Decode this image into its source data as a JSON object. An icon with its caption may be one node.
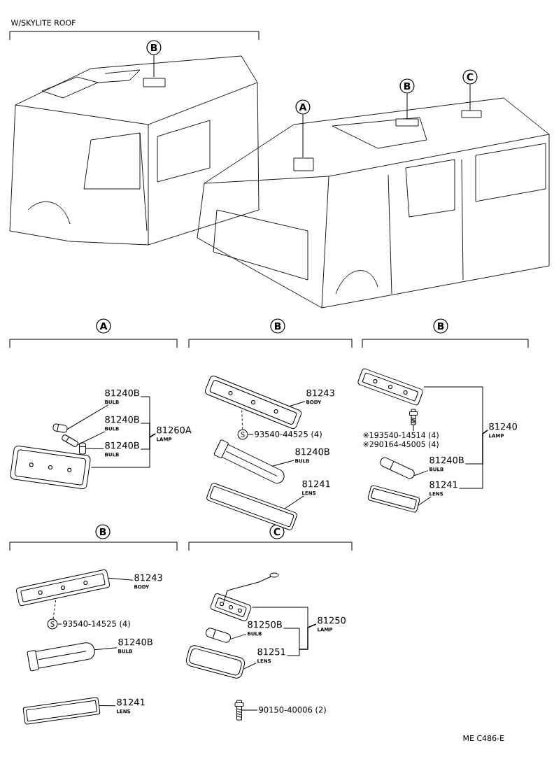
{
  "diagram": {
    "nodes": [
      {
        "text": [
          "B"
        ]
      },
      {
        "text": [
          "A"
        ]
      },
      {
        "text": [
          "B"
        ]
      },
      {
        "text": [
          "C"
        ]
      },
      {
        "text": [
          "A"
        ]
      },
      {
        "text": [
          "B"
        ]
      },
      {
        "text": [
          "B"
        ]
      },
      {
        "text": [
          "B"
        ]
      },
      {
        "text": [
          "C"
        ]
      },
      {
        "text": [
          "81240B",
          "BULB"
        ]
      },
      {
        "text": [
          "81240B",
          "BULB"
        ]
      },
      {
        "text": [
          "81240B",
          "BULB"
        ]
      },
      {
        "text": [
          "81260A",
          "LAMP"
        ]
      },
      {
        "text": [],
        "shape": "picture"
      },
      {
        "text": [],
        "shape": "picture"
      },
      {
        "text": [],
        "shape": "picture"
      },
      {
        "text": [],
        "shape": "picture"
      },
      {
        "text": [
          "81243",
          "BODY"
        ]
      },
      {
        "text": [],
        "shape": "picture"
      },
      {
        "text": [
          "S"
        ]
      },
      {
        "text": [
          "93540-44525 (4)"
        ]
      },
      {
        "text": [
          "81240B",
          "BULB"
        ]
      },
      {
        "text": [],
        "shape": "picture"
      },
      {
        "text": [
          "81241",
          "LENS"
        ]
      },
      {
        "text": [],
        "shape": "picture"
      },
      {
        "text": [],
        "shape": "picture"
      },
      {
        "text": [],
        "shape": "picture"
      },
      {
        "text": [
          "※193540-14514 (4)",
          "※290164-45005 (4)"
        ]
      },
      {
        "text": [
          "81240B",
          "BULB"
        ]
      },
      {
        "text": [],
        "shape": "picture"
      },
      {
        "text": [
          "81241",
          "LENS"
        ]
      },
      {
        "text": [],
        "shape": "picture"
      },
      {
        "text": [
          "81240",
          "LAMP"
        ]
      },
      {
        "text": [
          "81243",
          "BODY"
        ]
      },
      {
        "text": [],
        "shape": "picture"
      },
      {
        "text": [
          "S"
        ]
      },
      {
        "text": [
          "93540-14525 (4)"
        ]
      },
      {
        "text": [
          "81240B",
          "BULB"
        ]
      },
      {
        "text": [],
        "shape": "picture"
      },
      {
        "text": [
          "81241",
          "LENS"
        ]
      },
      {
        "text": [],
        "shape": "picture"
      },
      {
        "text": [],
        "shape": "picture"
      },
      {
        "text": [
          "81250",
          "LAMP"
        ]
      },
      {
        "text": [
          "81250B",
          "BULB"
        ]
      },
      {
        "text": [],
        "shape": "picture"
      },
      {
        "text": [
          "81251",
          "LENS"
        ]
      },
      {
        "text": [],
        "shape": "picture"
      },
      {
        "text": [
          "90150-40006 (2)"
        ]
      },
      {
        "text": [],
        "shape": "picture"
      }
    ],
    "edges": [
      {
        "from": 0,
        "to": null,
        "arrow": "none"
      },
      {
        "from": 1,
        "to": null,
        "arrow": "none"
      },
      {
        "from": 2,
        "to": null,
        "arrow": "none"
      },
      {
        "from": 3,
        "to": null,
        "arrow": "none"
      },
      {
        "from": 9,
        "to": 14,
        "arrow": "none"
      },
      {
        "from": 10,
        "to": 15,
        "arrow": "none"
      },
      {
        "from": 11,
        "to": 16,
        "arrow": "none"
      },
      {
        "from": 12,
        "to": 9,
        "arrow": "none"
      },
      {
        "from": 12,
        "to": 10,
        "arrow": "none"
      },
      {
        "from": 12,
        "to": 11,
        "arrow": "none"
      },
      {
        "from": 12,
        "to": 13,
        "arrow": "none"
      },
      {
        "from": 17,
        "to": 18,
        "arrow": "none"
      },
      {
        "from": 20,
        "to": 19,
        "arrow": "none"
      },
      {
        "from": 19,
        "to": 18,
        "arrow": "none",
        "style": "dashed"
      },
      {
        "from": 21,
        "to": 22,
        "arrow": "none"
      },
      {
        "from": 23,
        "to": 24,
        "arrow": "none"
      },
      {
        "from": 27,
        "to": 26,
        "arrow": "none"
      },
      {
        "from": 28,
        "to": 29,
        "arrow": "none"
      },
      {
        "from": 30,
        "to": 31,
        "arrow": "none"
      },
      {
        "from": 32,
        "to": 25,
        "arrow": "none"
      },
      {
        "from": 32,
        "to": 28,
        "arrow": "none"
      },
      {
        "from": 32,
        "to": 30,
        "arrow": "none"
      },
      {
        "from": 33,
        "to": 34,
        "arrow": "none"
      },
      {
        "from": 36,
        "to": 35,
        "arrow": "none"
      },
      {
        "from": 35,
        "to": 34,
        "arrow": "none",
        "style": "dashed"
      },
      {
        "from": 37,
        "to": 38,
        "arrow": "none"
      },
      {
        "from": 39,
        "to": 40,
        "arrow": "none"
      },
      {
        "from": 42,
        "to": 41,
        "arrow": "none"
      },
      {
        "from": 42,
        "to": 43,
        "arrow": "none"
      },
      {
        "from": 42,
        "to": 45,
        "arrow": "none"
      },
      {
        "from": 43,
        "to": 44,
        "arrow": "none"
      },
      {
        "from": 45,
        "to": 46,
        "arrow": "none"
      },
      {
        "from": 47,
        "to": 48,
        "arrow": "none"
      }
    ],
    "labels": [
      "W/SKYLITE ROOF",
      "ME C486-E"
    ]
  }
}
